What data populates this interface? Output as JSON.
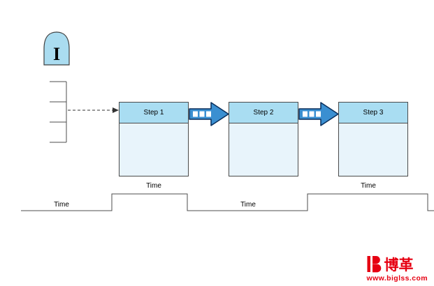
{
  "inventory": {
    "label": "I"
  },
  "steps": [
    {
      "label": "Step 1"
    },
    {
      "label": "Step 2"
    },
    {
      "label": "Step 3"
    }
  ],
  "time_labels": {
    "step1": "Time",
    "step3": "Time",
    "segment1": "Time",
    "segment2": "Time"
  },
  "logo": {
    "brand": "博革",
    "url": "www.biglss.com"
  },
  "icons": {
    "inventory_symbol": "dome-shape",
    "push_arrow": "striped-push-arrow",
    "logo_icon": "red-b-mark"
  },
  "colors": {
    "box_header": "#a9ddf2",
    "box_body": "#e8f4fb",
    "arrow_fill": "#3a8fd1",
    "arrow_stroke": "#0a2f5c",
    "line": "#4d4d4d",
    "logo_red": "#e60012"
  }
}
